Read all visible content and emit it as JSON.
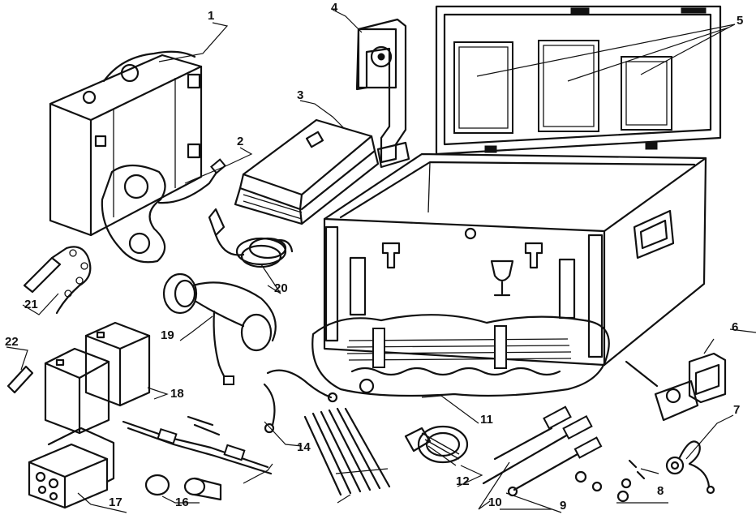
{
  "diagram": {
    "callouts": [
      {
        "id": "1",
        "text": "1"
      },
      {
        "id": "2",
        "text": "2"
      },
      {
        "id": "3",
        "text": "3"
      },
      {
        "id": "4",
        "text": "4"
      },
      {
        "id": "5",
        "text": "5"
      },
      {
        "id": "6",
        "text": "6"
      },
      {
        "id": "7",
        "text": "7"
      },
      {
        "id": "8",
        "text": "8"
      },
      {
        "id": "9",
        "text": "9"
      },
      {
        "id": "10",
        "text": "10"
      },
      {
        "id": "11",
        "text": "11"
      },
      {
        "id": "12",
        "text": "12"
      },
      {
        "id": "14",
        "text": "14"
      },
      {
        "id": "16",
        "text": "16"
      },
      {
        "id": "17",
        "text": "17"
      },
      {
        "id": "18",
        "text": "18"
      },
      {
        "id": "19",
        "text": "19"
      },
      {
        "id": "20",
        "text": "20"
      },
      {
        "id": "21",
        "text": "21"
      },
      {
        "id": "22",
        "text": "22"
      }
    ],
    "colors": {
      "ink": "#111111",
      "paper": "#ffffff"
    }
  }
}
